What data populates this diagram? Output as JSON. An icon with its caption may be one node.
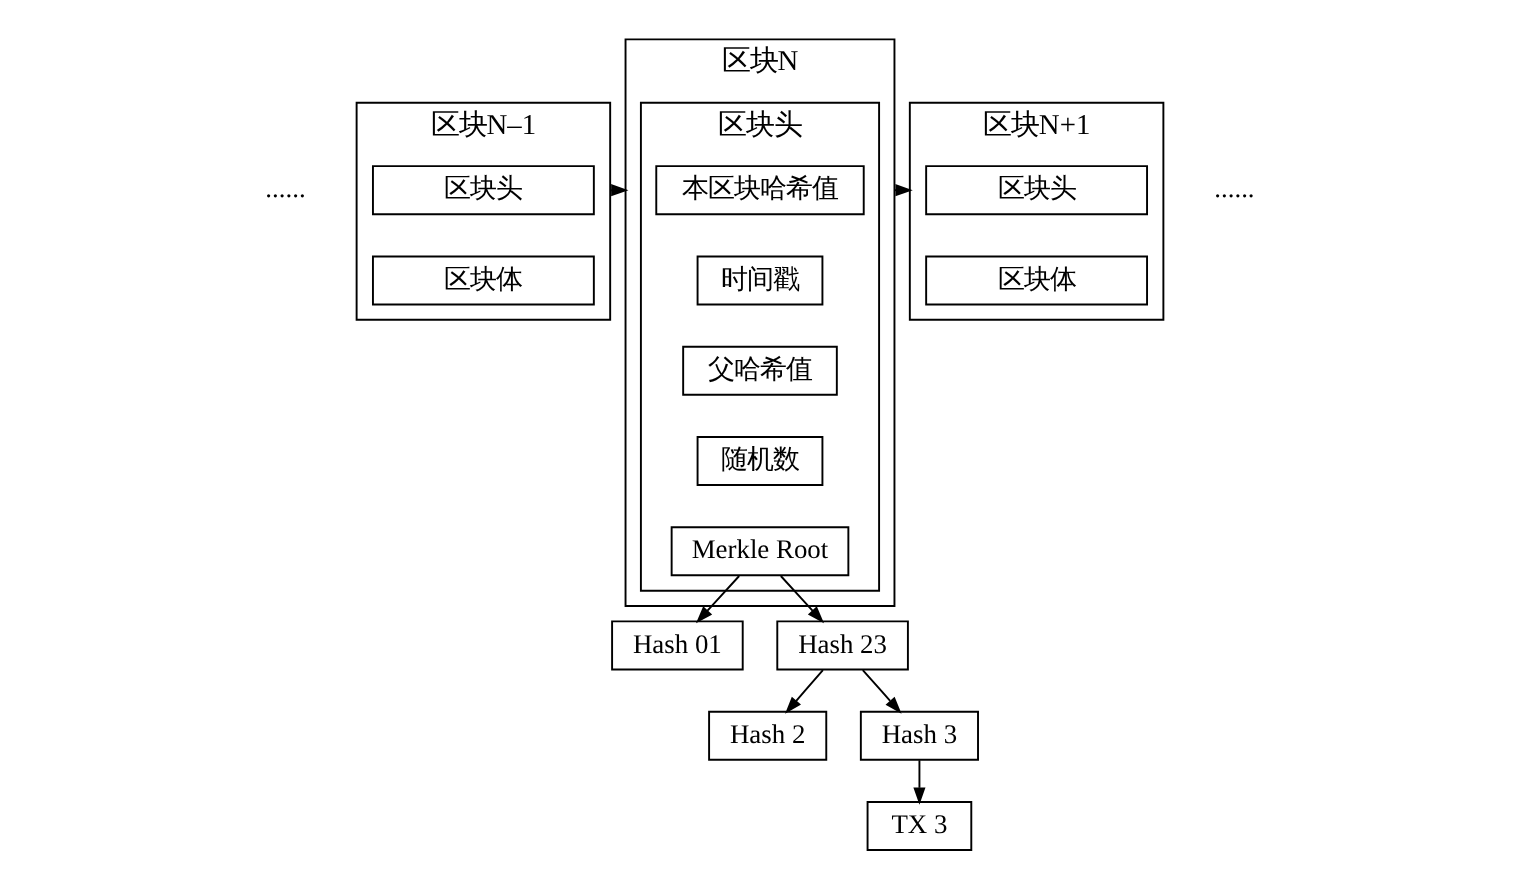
{
  "diagram": {
    "nodes": [
      {
        "text": [
          "区块N–1"
        ]
      },
      {
        "text": [
          "区块头"
        ],
        "in": 0
      },
      {
        "text": [
          "区块体"
        ],
        "in": 0
      },
      {
        "text": [
          "区块N"
        ]
      },
      {
        "text": [
          "区块头"
        ],
        "in": 3
      },
      {
        "text": [
          "本区块哈希值"
        ],
        "in": 4
      },
      {
        "text": [
          "时间戳"
        ],
        "in": 4
      },
      {
        "text": [
          "父哈希值"
        ],
        "in": 4
      },
      {
        "text": [
          "随机数"
        ],
        "in": 4
      },
      {
        "text": [
          "Merkle Root"
        ],
        "in": 4
      },
      {
        "text": [
          "区块N+1"
        ]
      },
      {
        "text": [
          "区块头"
        ],
        "in": 10
      },
      {
        "text": [
          "区块体"
        ],
        "in": 10
      },
      {
        "text": [
          "Hash 01"
        ]
      },
      {
        "text": [
          "Hash 23"
        ]
      },
      {
        "text": [
          "Hash 2"
        ]
      },
      {
        "text": [
          "Hash 3"
        ]
      },
      {
        "text": [
          "TX 3"
        ]
      }
    ],
    "edges": [
      {
        "from": 0,
        "to": 3,
        "arrow": "to"
      },
      {
        "from": 3,
        "to": 10,
        "arrow": "to"
      },
      {
        "from": 9,
        "to": 13,
        "arrow": "to"
      },
      {
        "from": 9,
        "to": 14,
        "arrow": "to"
      },
      {
        "from": 14,
        "to": 15,
        "arrow": "to"
      },
      {
        "from": 14,
        "to": 16,
        "arrow": "to"
      },
      {
        "from": 16,
        "to": 17,
        "arrow": "to"
      }
    ],
    "labels": [
      "......",
      "......"
    ]
  }
}
